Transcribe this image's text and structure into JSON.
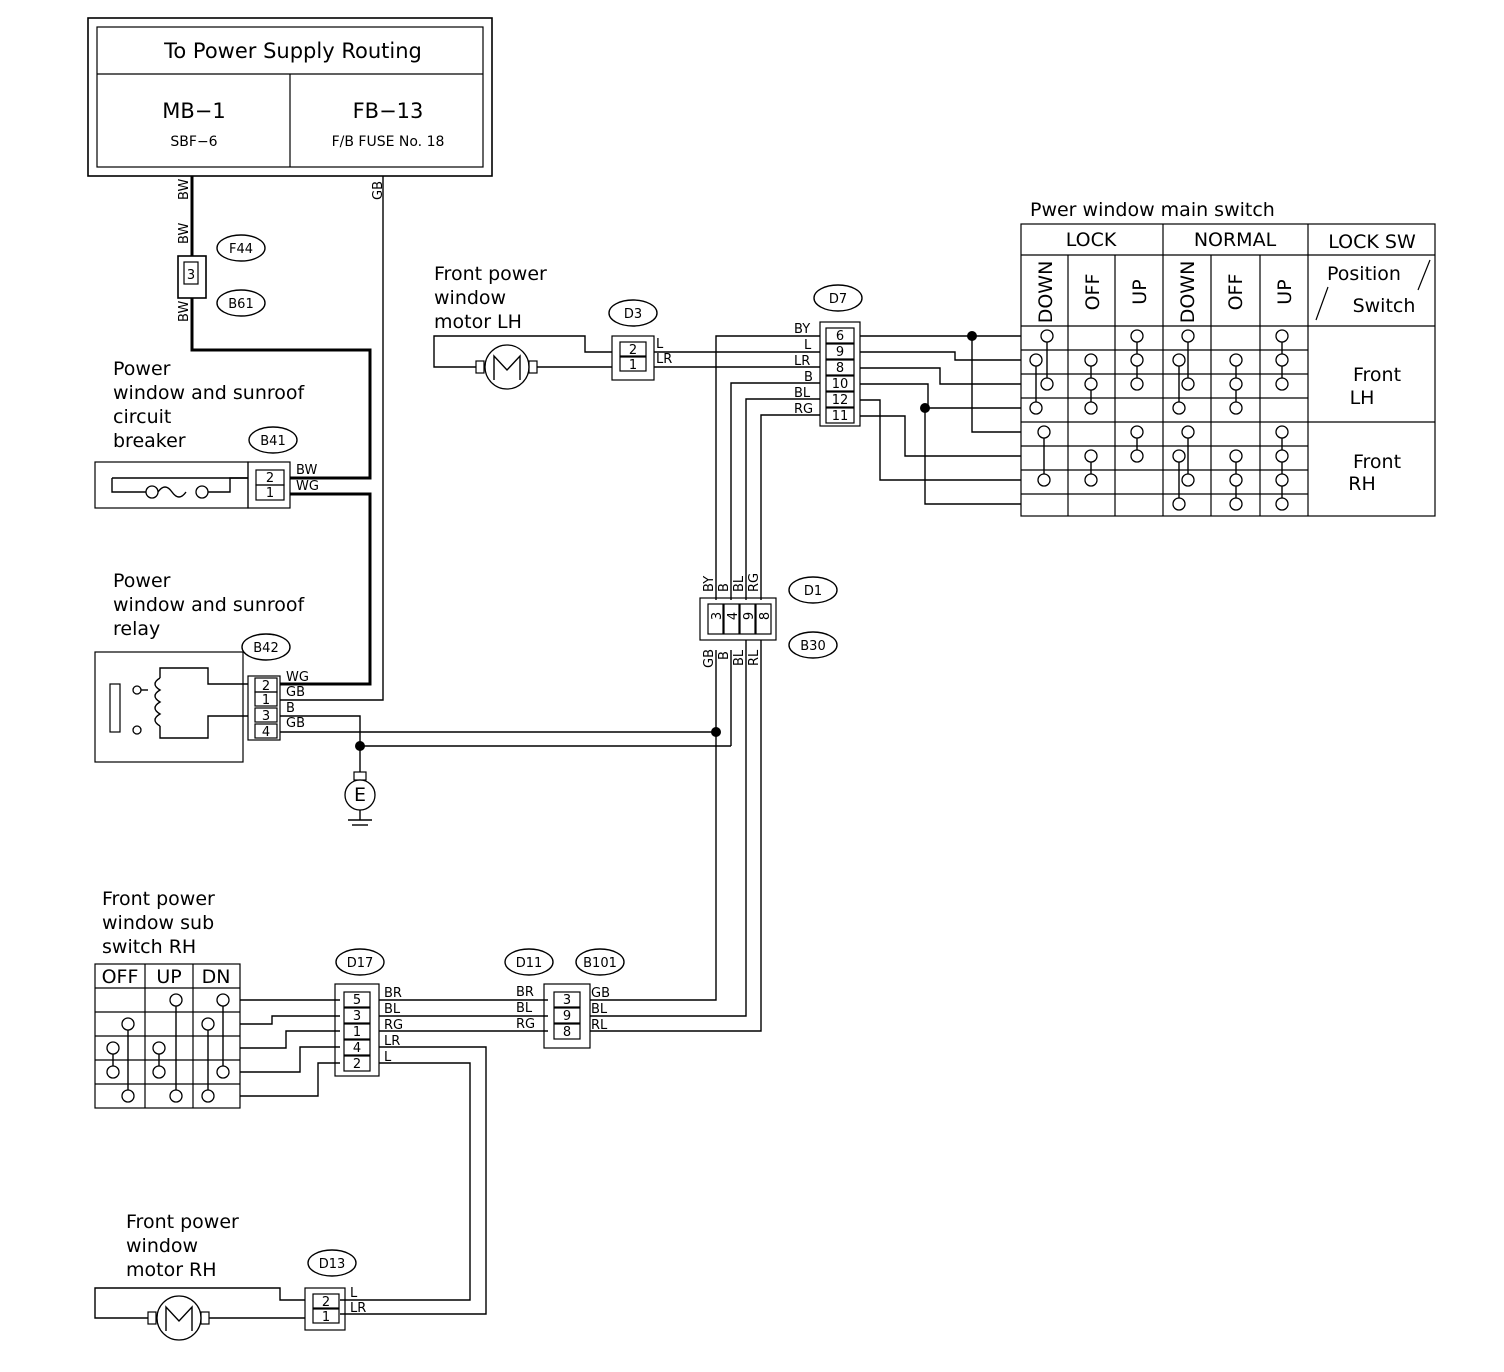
{
  "power_supply": {
    "title": "To Power Supply Routing",
    "left_main": "MB−1",
    "left_sub": "SBF−6",
    "right_main": "FB−13",
    "right_sub": "F/B FUSE No. 18"
  },
  "connectors": {
    "f44": "F44",
    "b61": "B61",
    "b41": "B41",
    "b42": "B42",
    "d3": "D3",
    "d7": "D7",
    "d1": "D1",
    "b30": "B30",
    "d17": "D17",
    "d11": "D11",
    "b101": "B101",
    "d13": "D13"
  },
  "components": {
    "lh_motor": [
      "Front power",
      "window",
      "motor LH"
    ],
    "breaker": [
      "Power",
      "window and sunroof",
      "circuit",
      "breaker"
    ],
    "relay": [
      "Power",
      "window and sunroof",
      "relay"
    ],
    "sub_switch": [
      "Front power",
      "window sub",
      "switch RH"
    ],
    "rh_motor": [
      "Front power",
      "window",
      "motor RH"
    ],
    "ground": "E"
  },
  "wire_colors": {
    "bw": "BW",
    "gb": "GB",
    "wg": "WG",
    "b": "B",
    "l": "L",
    "lr": "LR",
    "by": "BY",
    "bl": "BL",
    "rg": "RG",
    "rl": "RL",
    "br": "BR"
  },
  "pins": {
    "f44": "3",
    "b41": [
      "2",
      "1"
    ],
    "b42": [
      "2",
      "1",
      "3",
      "4"
    ],
    "d3": [
      "2",
      "1"
    ],
    "d7": [
      "6",
      "9",
      "8",
      "10",
      "12",
      "11"
    ],
    "d1": [
      "3",
      "4",
      "9",
      "8"
    ],
    "d17": [
      "5",
      "3",
      "1",
      "4",
      "2"
    ],
    "b101": [
      "3",
      "9",
      "8"
    ],
    "d13": [
      "2",
      "1"
    ]
  },
  "main_switch": {
    "title": "Pwer window main switch",
    "lock": "LOCK",
    "normal": "NORMAL",
    "lock_sw": "LOCK SW",
    "position": "Position",
    "switch": "Switch",
    "cols": [
      "DOWN",
      "OFF",
      "UP",
      "DOWN",
      "OFF",
      "UP"
    ],
    "front_lh": [
      "Front",
      "LH"
    ],
    "front_rh": [
      "Front",
      "RH"
    ]
  },
  "sub_switch_table": {
    "cols": [
      "OFF",
      "UP",
      "DN"
    ]
  }
}
